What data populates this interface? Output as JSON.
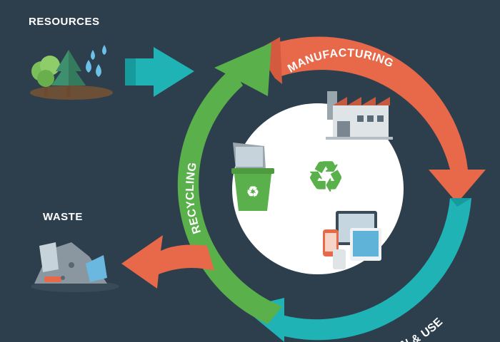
{
  "labels": {
    "resources": "RESOURCES",
    "waste": "WASTE",
    "manufacturing": "MANUFACTURING",
    "consumption": "CONSUMPTION & USE",
    "recycling": "RECYCLING"
  },
  "colors": {
    "background": "#2d3e4c",
    "manufacturing": "#e8684a",
    "consumption": "#1fb3b6",
    "recycling": "#5ab04b",
    "inner_circle": "#ffffff"
  },
  "icons": {
    "resources": "trees-and-water-drops-icon",
    "waste": "trash-pile-icon",
    "factory": "factory-icon",
    "devices": "electronic-devices-icon",
    "bin": "recycling-bin-icon",
    "center": "recycle-symbol-icon"
  }
}
